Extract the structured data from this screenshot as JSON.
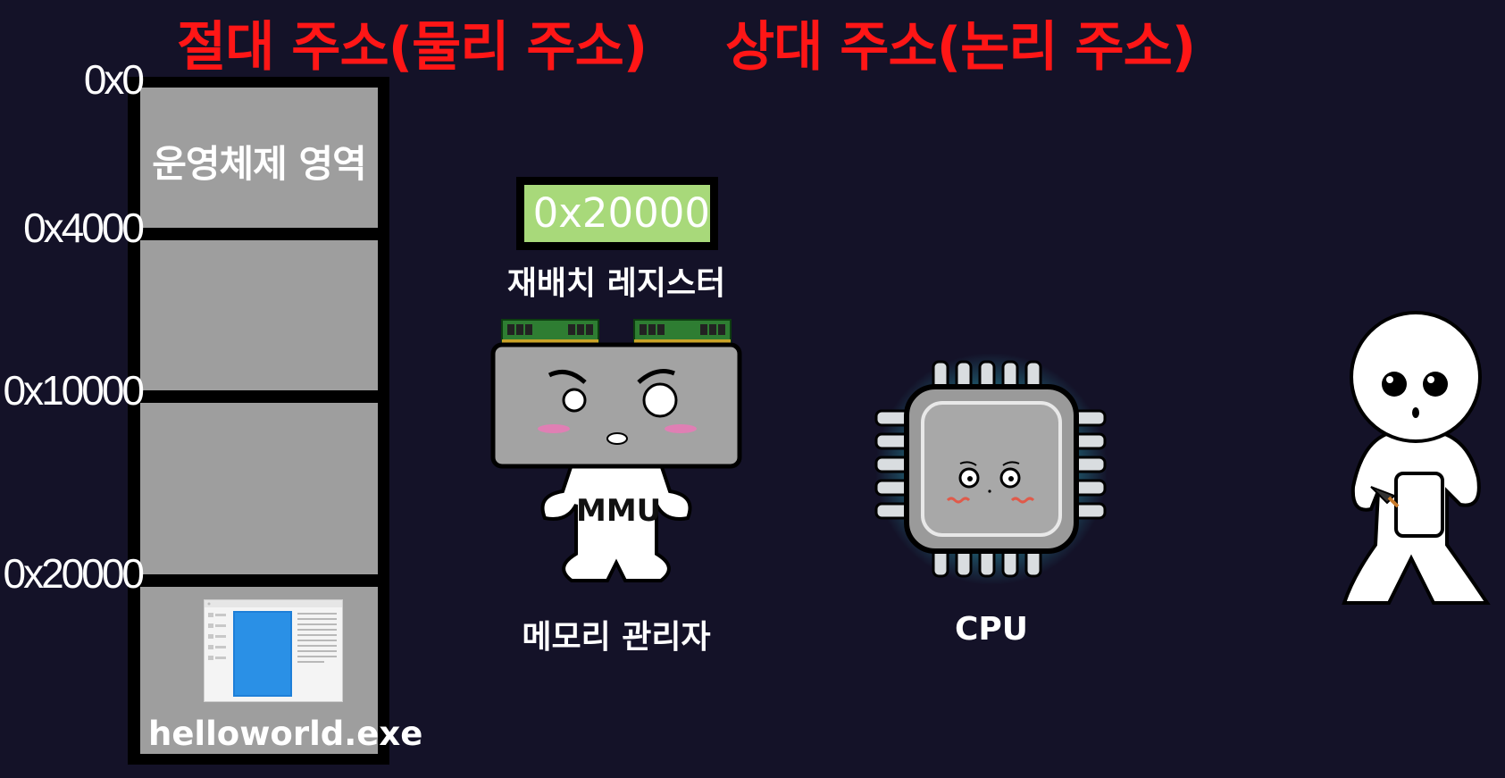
{
  "titles": {
    "absolute": "절대 주소(물리 주소)",
    "relative": "상대 주소(논리 주소)",
    "color": "#ff1616"
  },
  "memory": {
    "addresses": [
      "0x0",
      "0x4000",
      "0x10000",
      "0x20000"
    ],
    "os_region_label": "운영체제 영역",
    "program_label": "helloworld.exe",
    "block_color": "#9e9e9e"
  },
  "relocation_register": {
    "value": "0x20000",
    "label": "재배치 레지스터",
    "color": "#a8d97a"
  },
  "mmu": {
    "body_label": "MMU",
    "caption": "메모리 관리자"
  },
  "cpu": {
    "caption": "CPU"
  },
  "colors": {
    "background": "#141228",
    "cpu_glow": "#2fc9d9"
  },
  "icons": [
    "memory-stick-icon",
    "cpu-chip-icon",
    "program-window-icon",
    "person-character-icon"
  ]
}
